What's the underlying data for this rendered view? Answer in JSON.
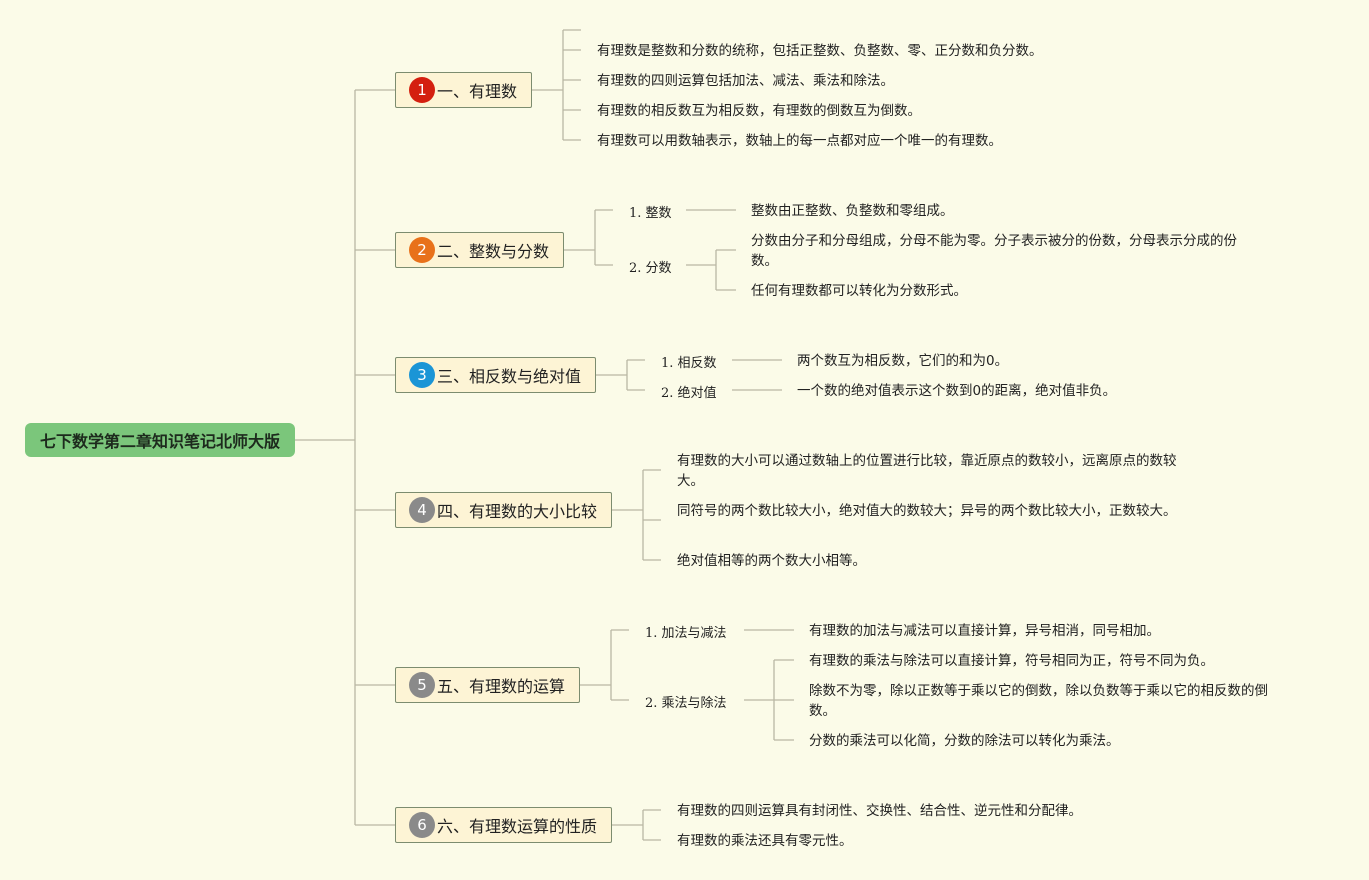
{
  "root": {
    "title": "七下数学第二章知识笔记北师大版"
  },
  "topics": [
    {
      "badge": "1",
      "badge_color": "#d41f0f",
      "title": "一、有理数",
      "notes": [
        "有理数是整数和分数的统称，包括正整数、负整数、零、正分数和负分数。",
        "有理数的四则运算包括加法、减法、乘法和除法。",
        "有理数的相反数互为相反数，有理数的倒数互为倒数。",
        "有理数可以用数轴表示，数轴上的每一点都对应一个唯一的有理数。"
      ]
    },
    {
      "badge": "2",
      "badge_color": "#e8711a",
      "title": "二、整数与分数",
      "subs": [
        {
          "label": "1. 整数",
          "notes": [
            "整数由正整数、负整数和零组成。"
          ]
        },
        {
          "label": "2. 分数",
          "notes": [
            "分数由分子和分母组成，分母不能为零。分子表示被分的份数，分母表示分成的份数。",
            "任何有理数都可以转化为分数形式。"
          ]
        }
      ]
    },
    {
      "badge": "3",
      "badge_color": "#1b95d6",
      "title": "三、相反数与绝对值",
      "subs": [
        {
          "label": "1. 相反数",
          "notes": [
            "两个数互为相反数，它们的和为0。"
          ]
        },
        {
          "label": "2. 绝对值",
          "notes": [
            "一个数的绝对值表示这个数到0的距离，绝对值非负。"
          ]
        }
      ]
    },
    {
      "badge": "4",
      "badge_color": "#8a8a8a",
      "title": "四、有理数的大小比较",
      "notes": [
        "有理数的大小可以通过数轴上的位置进行比较，靠近原点的数较小，远离原点的数较大。",
        "同符号的两个数比较大小，绝对值大的数较大；异号的两个数比较大小，正数较大。",
        "绝对值相等的两个数大小相等。"
      ]
    },
    {
      "badge": "5",
      "badge_color": "#8a8a8a",
      "title": "五、有理数的运算",
      "subs": [
        {
          "label": "1. 加法与减法",
          "notes": [
            "有理数的加法与减法可以直接计算，异号相消，同号相加。"
          ]
        },
        {
          "label": "2. 乘法与除法",
          "notes": [
            "有理数的乘法与除法可以直接计算，符号相同为正，符号不同为负。",
            "除数不为零，除以正数等于乘以它的倒数，除以负数等于乘以它的相反数的倒数。",
            "分数的乘法可以化简，分数的除法可以转化为乘法。"
          ]
        }
      ]
    },
    {
      "badge": "6",
      "badge_color": "#8a8a8a",
      "title": "六、有理数运算的性质",
      "notes": [
        "有理数的四则运算具有封闭性、交换性、结合性、逆元性和分配律。",
        "有理数的乘法还具有零元性。"
      ]
    }
  ]
}
